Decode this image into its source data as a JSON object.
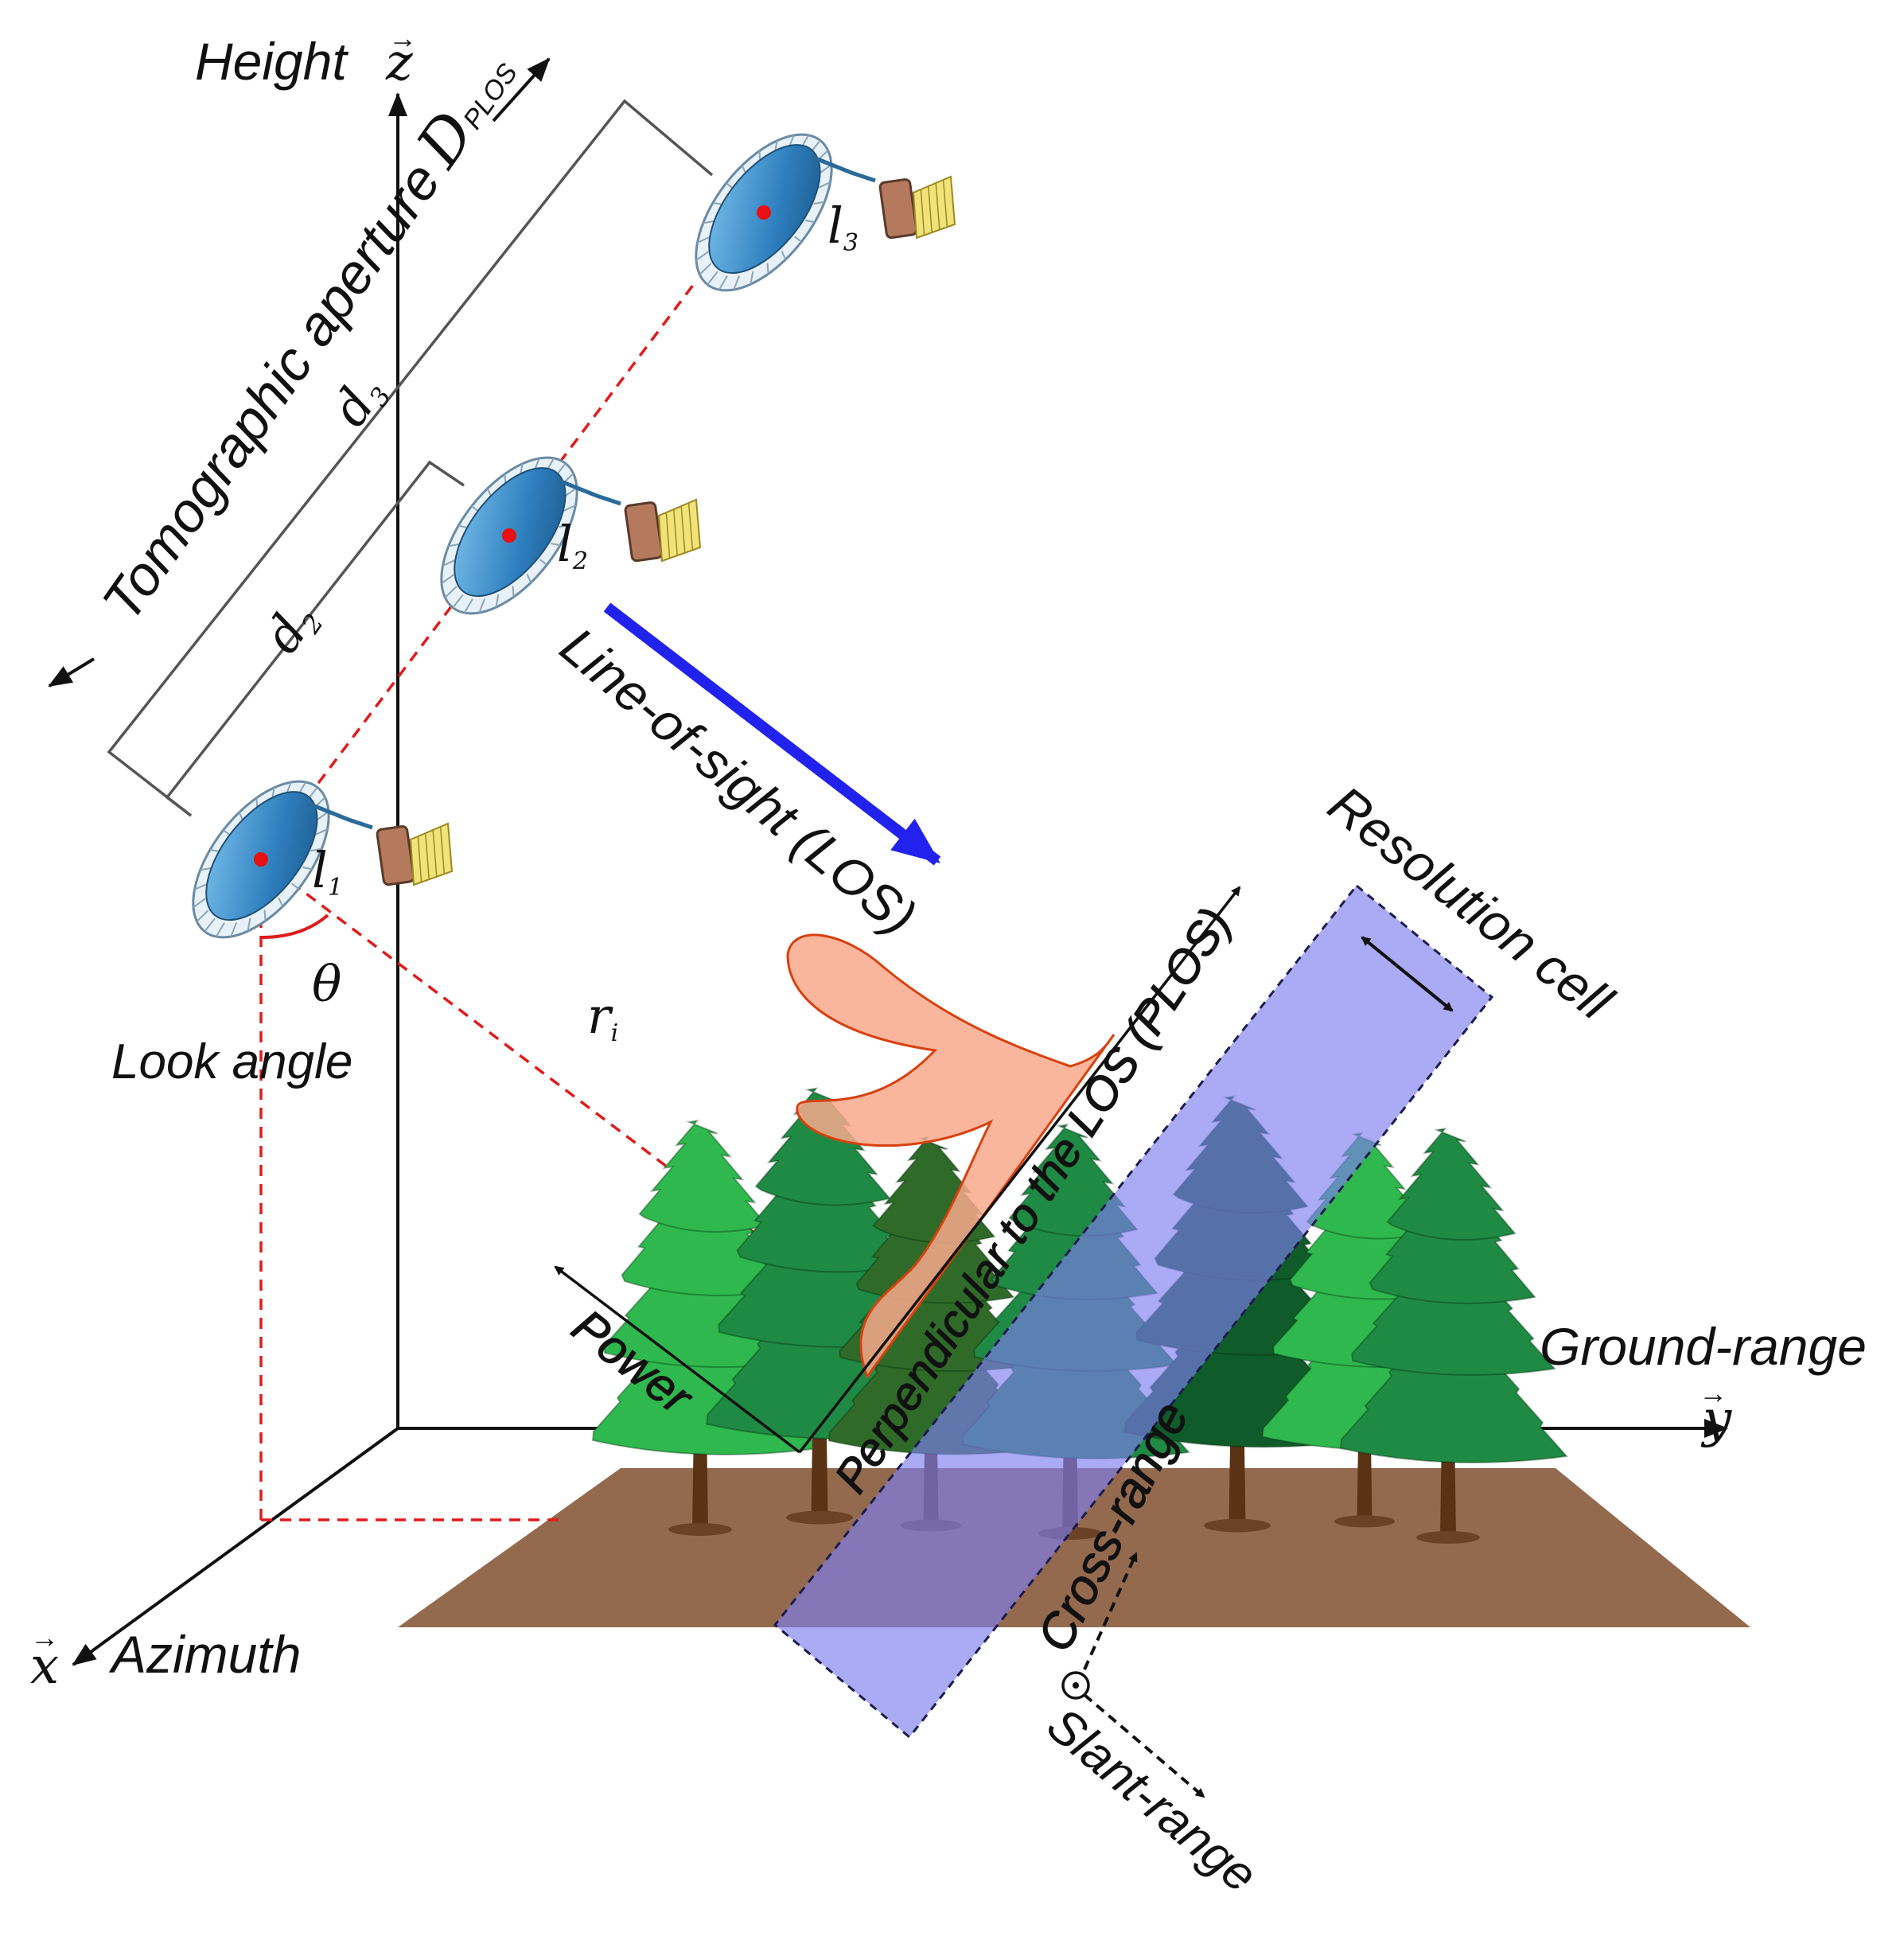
{
  "axes": {
    "z_symbol": "z",
    "z_label": "Height",
    "y_symbol": "y",
    "y_label": "Ground-range",
    "x_symbol": "x",
    "x_label": "Azimuth"
  },
  "aperture": {
    "label": "Tomographic aperture",
    "symbol": "D",
    "subscript": "PLOS"
  },
  "distances": [
    {
      "symbol": "d",
      "subscript": "2"
    },
    {
      "symbol": "d",
      "subscript": "3"
    }
  ],
  "satellites": [
    {
      "symbol": "l",
      "subscript": "1"
    },
    {
      "symbol": "l",
      "subscript": "2"
    },
    {
      "symbol": "l",
      "subscript": "3"
    }
  ],
  "look_angle": {
    "symbol": "θ",
    "label": "Look angle"
  },
  "range": {
    "symbol": "r",
    "subscript": "i"
  },
  "los_label": "Line-of-sight (LOS)",
  "plos_label": "Perpendicular to the LOS (PLOS)",
  "power_label": "Power",
  "resolution_label": "Resolution cell",
  "cross_range_label": "Cross-range",
  "slant_range_label": "Slant-range",
  "colors": {
    "los_arrow": "#2222ee",
    "resolution_cell": "#8f8ff2",
    "ground": "#946a4e",
    "profile_fill": "#f8a98c",
    "profile_stroke": "#d9400e",
    "dash_red": "#e01b1b",
    "dish": "#3a8ccc",
    "tree_light": "#2fb84e",
    "tree_mid": "#1f8a44",
    "tree_dark": "#0d6a2e"
  }
}
